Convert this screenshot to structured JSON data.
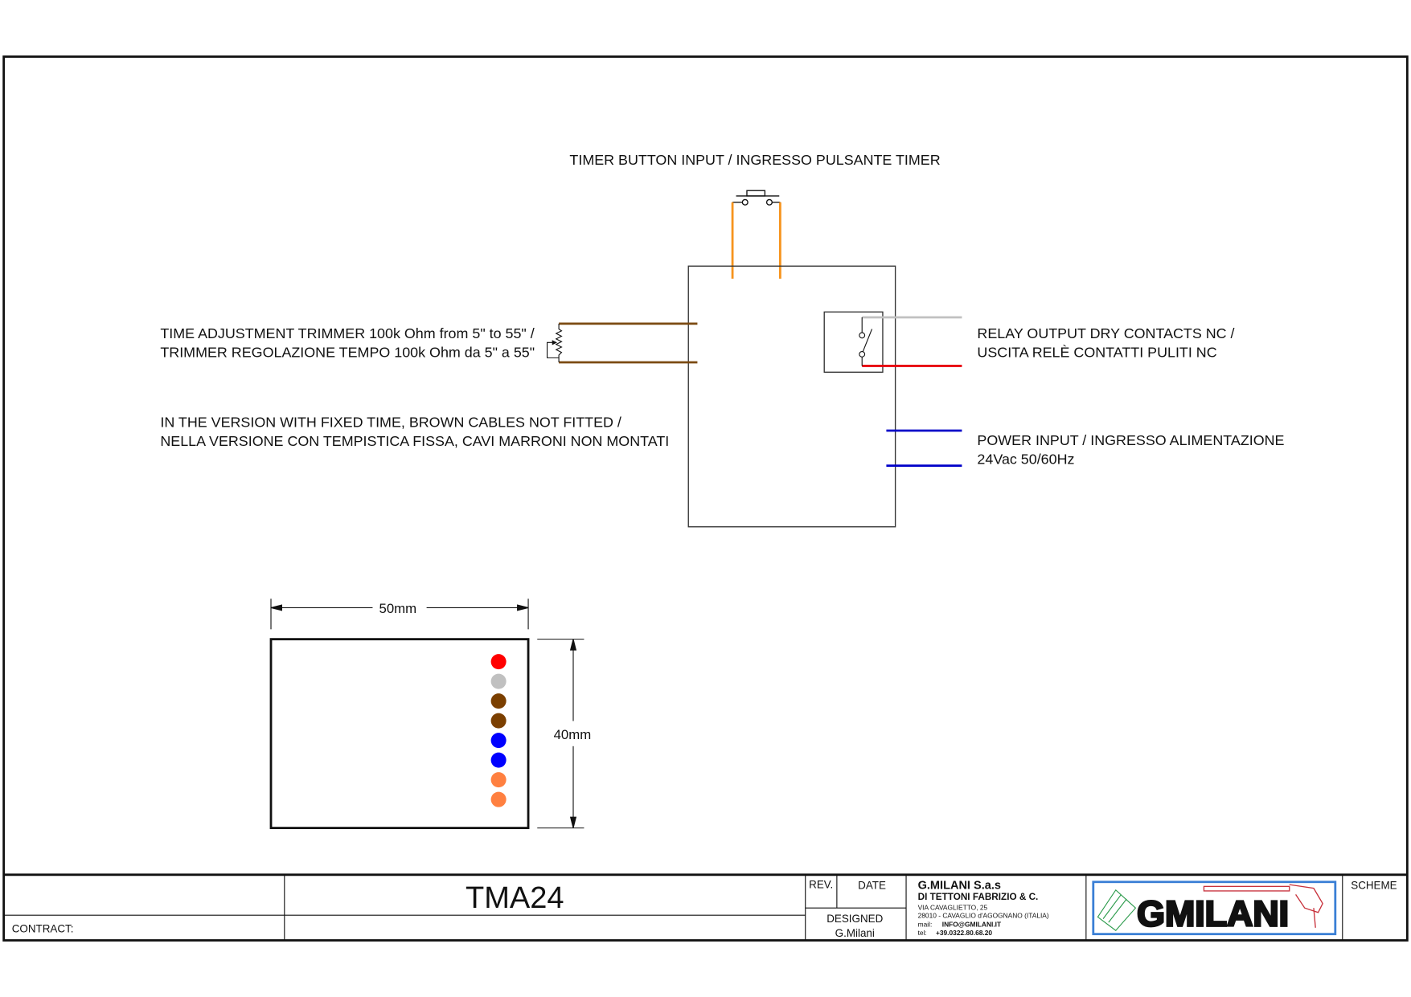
{
  "diagram": {
    "timer_label": "TIMER BUTTON INPUT / INGRESSO PULSANTE TIMER",
    "trimmer_label_1": "TIME ADJUSTMENT TRIMMER 100k Ohm from 5\" to 55\" /",
    "trimmer_label_2": "TRIMMER REGOLAZIONE TEMPO 100k Ohm da 5\" a 55\"",
    "fixed_label_1": "IN THE VERSION WITH FIXED TIME, BROWN CABLES NOT FITTED /",
    "fixed_label_2": "NELLA VERSIONE CON TEMPISTICA FISSA, CAVI MARRONI NON  MONTATI",
    "relay_label_1": "RELAY OUTPUT DRY CONTACTS NC /",
    "relay_label_2": "USCITA RELÈ CONTATTI PULITI NC",
    "power_label_1": "POWER INPUT / INGRESSO ALIMENTAZIONE",
    "power_label_2": "24Vac 50/60Hz",
    "wire_colors": {
      "timer": "#f7941d",
      "trimmer": "#7b4a12",
      "relay_nc": "#c0c0c0",
      "relay_com": "#e8000b",
      "power": "#0000c8"
    }
  },
  "dimensions": {
    "width_label": "50mm",
    "height_label": "40mm",
    "dot_colors": [
      "#ff0000",
      "#c0c0c0",
      "#7b3f00",
      "#7b3f00",
      "#0000ff",
      "#0000ff",
      "#ff8040",
      "#ff8040"
    ]
  },
  "title_block": {
    "contract_label": "CONTRACT:",
    "drawing_title": "TMA24",
    "rev_label": "REV.",
    "date_label": "DATE",
    "designed_label": "DESIGNED",
    "designed_by": "G.Milani",
    "company_name": "G.MILANI S.a.s",
    "company_sub": "DI TETTONI  FABRIZIO  & C.",
    "address_1": "VIA CAVAGLIETTO, 25",
    "address_2": "28010 - CAVAGLIO d'AGOGNANO (ITALIA)",
    "mail_label": "mail:",
    "mail": "INFO@GMILANI.IT",
    "tel_label": "tel:",
    "tel": "+39.0322.80.68.20",
    "logo_text": "GMILANI",
    "scheme_label": "SCHEME"
  }
}
